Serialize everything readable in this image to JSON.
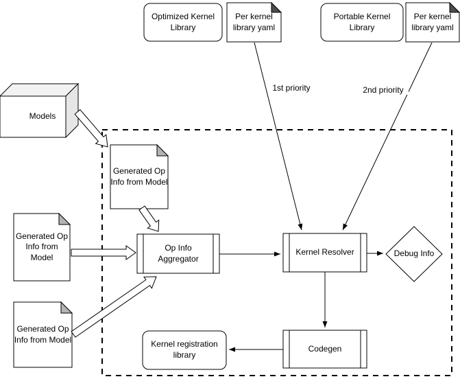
{
  "diagram": {
    "nodes": {
      "optimized_kernel_library": "Optimized Kernel Library",
      "per_kernel_yaml_1": "Per kernel library yaml",
      "portable_kernel_library": "Portable Kernel Library",
      "per_kernel_yaml_2": "Per kernel library yaml",
      "models": "Models",
      "generated_op_info_1": "Generated Op Info from Model",
      "generated_op_info_2": "Generated Op Info from Model",
      "generated_op_info_3": "Generated Op Info from Model",
      "op_info_aggregator": "Op Info Aggregator",
      "kernel_resolver": "Kernel Resolver",
      "debug_info": "Debug Info",
      "codegen": "Codegen",
      "kernel_registration_library": "Kernel registration library"
    },
    "edge_labels": {
      "first_priority": "1st priority",
      "second_priority": "2nd priority"
    },
    "colors": {
      "stroke": "#000000",
      "node_fill": "#ffffff",
      "yaml_fold": "#4d4d4d",
      "doc_fold": "#b3b3b3",
      "background": "#ffffff"
    }
  }
}
